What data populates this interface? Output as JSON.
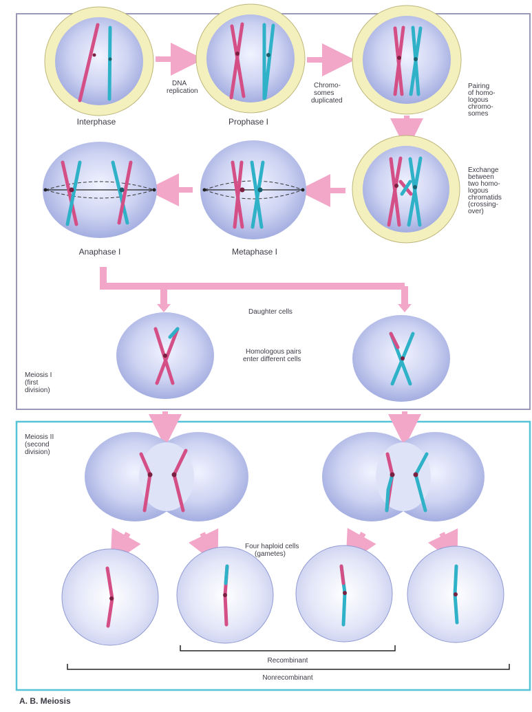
{
  "colors": {
    "maternal": "#d44f86",
    "paternal": "#2fb2c8",
    "arrow": "#f2a6c8",
    "nucleus_membrane": "#f4f0bd",
    "cell_fill": "#b6bfe8",
    "frame_meiosis1": "#9a98b8",
    "frame_meiosis2": "#56c3d6"
  },
  "stages": {
    "interphase": "Interphase",
    "prophase": "Prophase I",
    "metaphase": "Metaphase I",
    "anaphase": "Anaphase I"
  },
  "notes": {
    "dna_replication": [
      "DNA",
      "replication"
    ],
    "chromosomes_duplicated": [
      "Chromo-",
      "somes",
      "duplicated"
    ],
    "pairing": [
      "Pairing",
      "of homo-",
      "logous",
      "chromo-",
      "somes"
    ],
    "exchange": [
      "Exchange",
      "between",
      "two homo-",
      "logous",
      "chromatids",
      "(crossing-",
      "over)"
    ],
    "daughter_cells": "Daughter cells",
    "homologous_pairs": [
      "Homologous pairs",
      "enter different cells"
    ],
    "four_haploid": [
      "Four haploid cells",
      "(gametes)"
    ]
  },
  "sections": {
    "meiosis1": [
      "Meiosis I",
      "(first",
      "division)"
    ],
    "meiosis2": [
      "Meiosis II",
      "(second",
      "division)"
    ]
  },
  "brackets": {
    "recombinant": "Recombinant",
    "nonrecombinant": "Nonrecombinant"
  },
  "caption": "A. B. Meiosis"
}
